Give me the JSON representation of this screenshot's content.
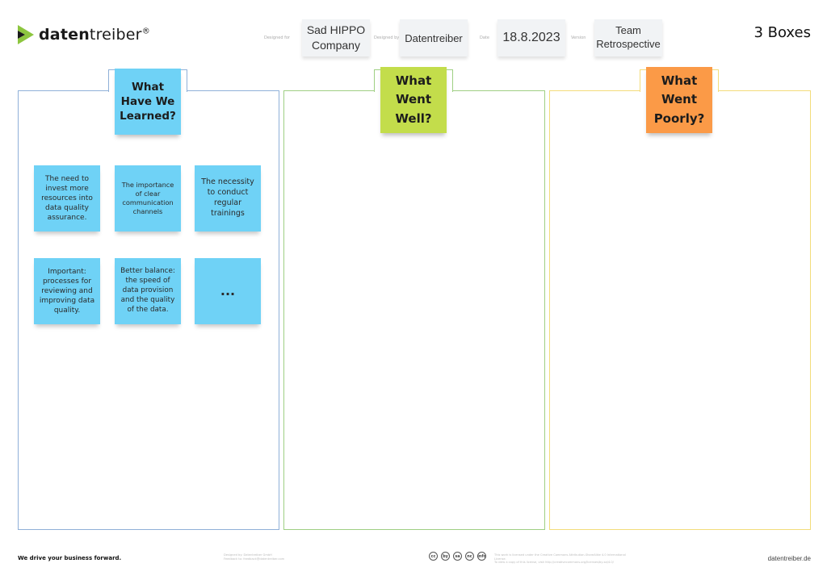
{
  "header": {
    "logo_bold": "daten",
    "logo_light": "treiber",
    "logo_mark": "®",
    "designed_for_label": "Designed for",
    "designed_for": "Sad HIPPO Company",
    "designed_by_label": "Designed by",
    "designed_by": "Datentreiber",
    "date_label": "Date",
    "date": "18.8.2023",
    "version_label": "Version",
    "version": "Team Retrospective",
    "title": "3 Boxes"
  },
  "columns": [
    {
      "title": "What Have We Learned?",
      "color": "#6fd2f6",
      "border": "#8fb0d8"
    },
    {
      "title": "What Went Well?",
      "color": "#c3dd4b",
      "border": "#9fcf83"
    },
    {
      "title": "What Went Poorly?",
      "color": "#fb9a47",
      "border": "#f3dc7a"
    }
  ],
  "stickies": [
    "The need to invest more resources into data quality assurance.",
    "The importance of clear communication channels",
    "The necessity to conduct regular trainings",
    "Important: processes for reviewing and improving data quality.",
    "Better balance: the speed of data provision and the quality of the data.",
    "..."
  ],
  "footer": {
    "tagline": "We drive your business forward.",
    "credit_line1": "Designed by: Datentreiber GmbH",
    "credit_line2": "Feedback to: feedback@datentreiber.com",
    "license_line1": "This work is licensed under the Creative Commons Attribution-ShareAlike 4.0 International License.",
    "license_line2": "To view a copy of this license, visit http://creativecommons.org/licenses/by-sa/4.0/",
    "cc_icons": [
      "cc",
      "by",
      "sa",
      "nc",
      "info"
    ],
    "website": "datentreiber.de"
  }
}
